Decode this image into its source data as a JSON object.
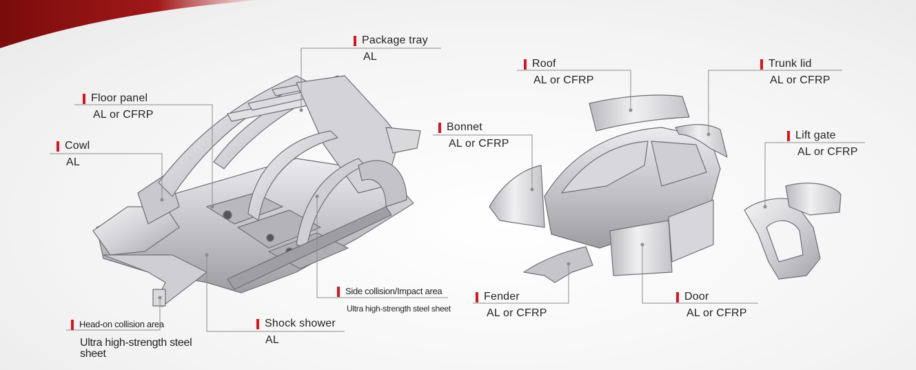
{
  "labels": {
    "package_tray": {
      "name": "Package tray",
      "material": "AL"
    },
    "floor_panel": {
      "name": "Floor panel",
      "material": "AL or CFRP"
    },
    "cowl": {
      "name": "Cowl",
      "material": "AL"
    },
    "side_collision": {
      "name": "Side collision/Impact area",
      "material": "Ultra high-strength steel sheet"
    },
    "head_on": {
      "name": "Head-on collision area",
      "material": "Ultra high-strength steel sheet"
    },
    "shock_shower": {
      "name": "Shock shower",
      "material": "AL"
    },
    "roof": {
      "name": "Roof",
      "material": "AL or CFRP"
    },
    "trunk_lid": {
      "name": "Trunk lid",
      "material": "AL or CFRP"
    },
    "bonnet": {
      "name": "Bonnet",
      "material": "AL or CFRP"
    },
    "lift_gate": {
      "name": "Lift gate",
      "material": "AL or CFRP"
    },
    "fender": {
      "name": "Fender",
      "material": "AL or CFRP"
    },
    "door": {
      "name": "Door",
      "material": "AL or CFRP"
    }
  },
  "colors": {
    "accent": "#d8141f",
    "banner": "#8a1010",
    "leader_line": "#8c8c8c",
    "metal_light": "#e9e9eb",
    "metal_dark": "#9a9a9f"
  }
}
